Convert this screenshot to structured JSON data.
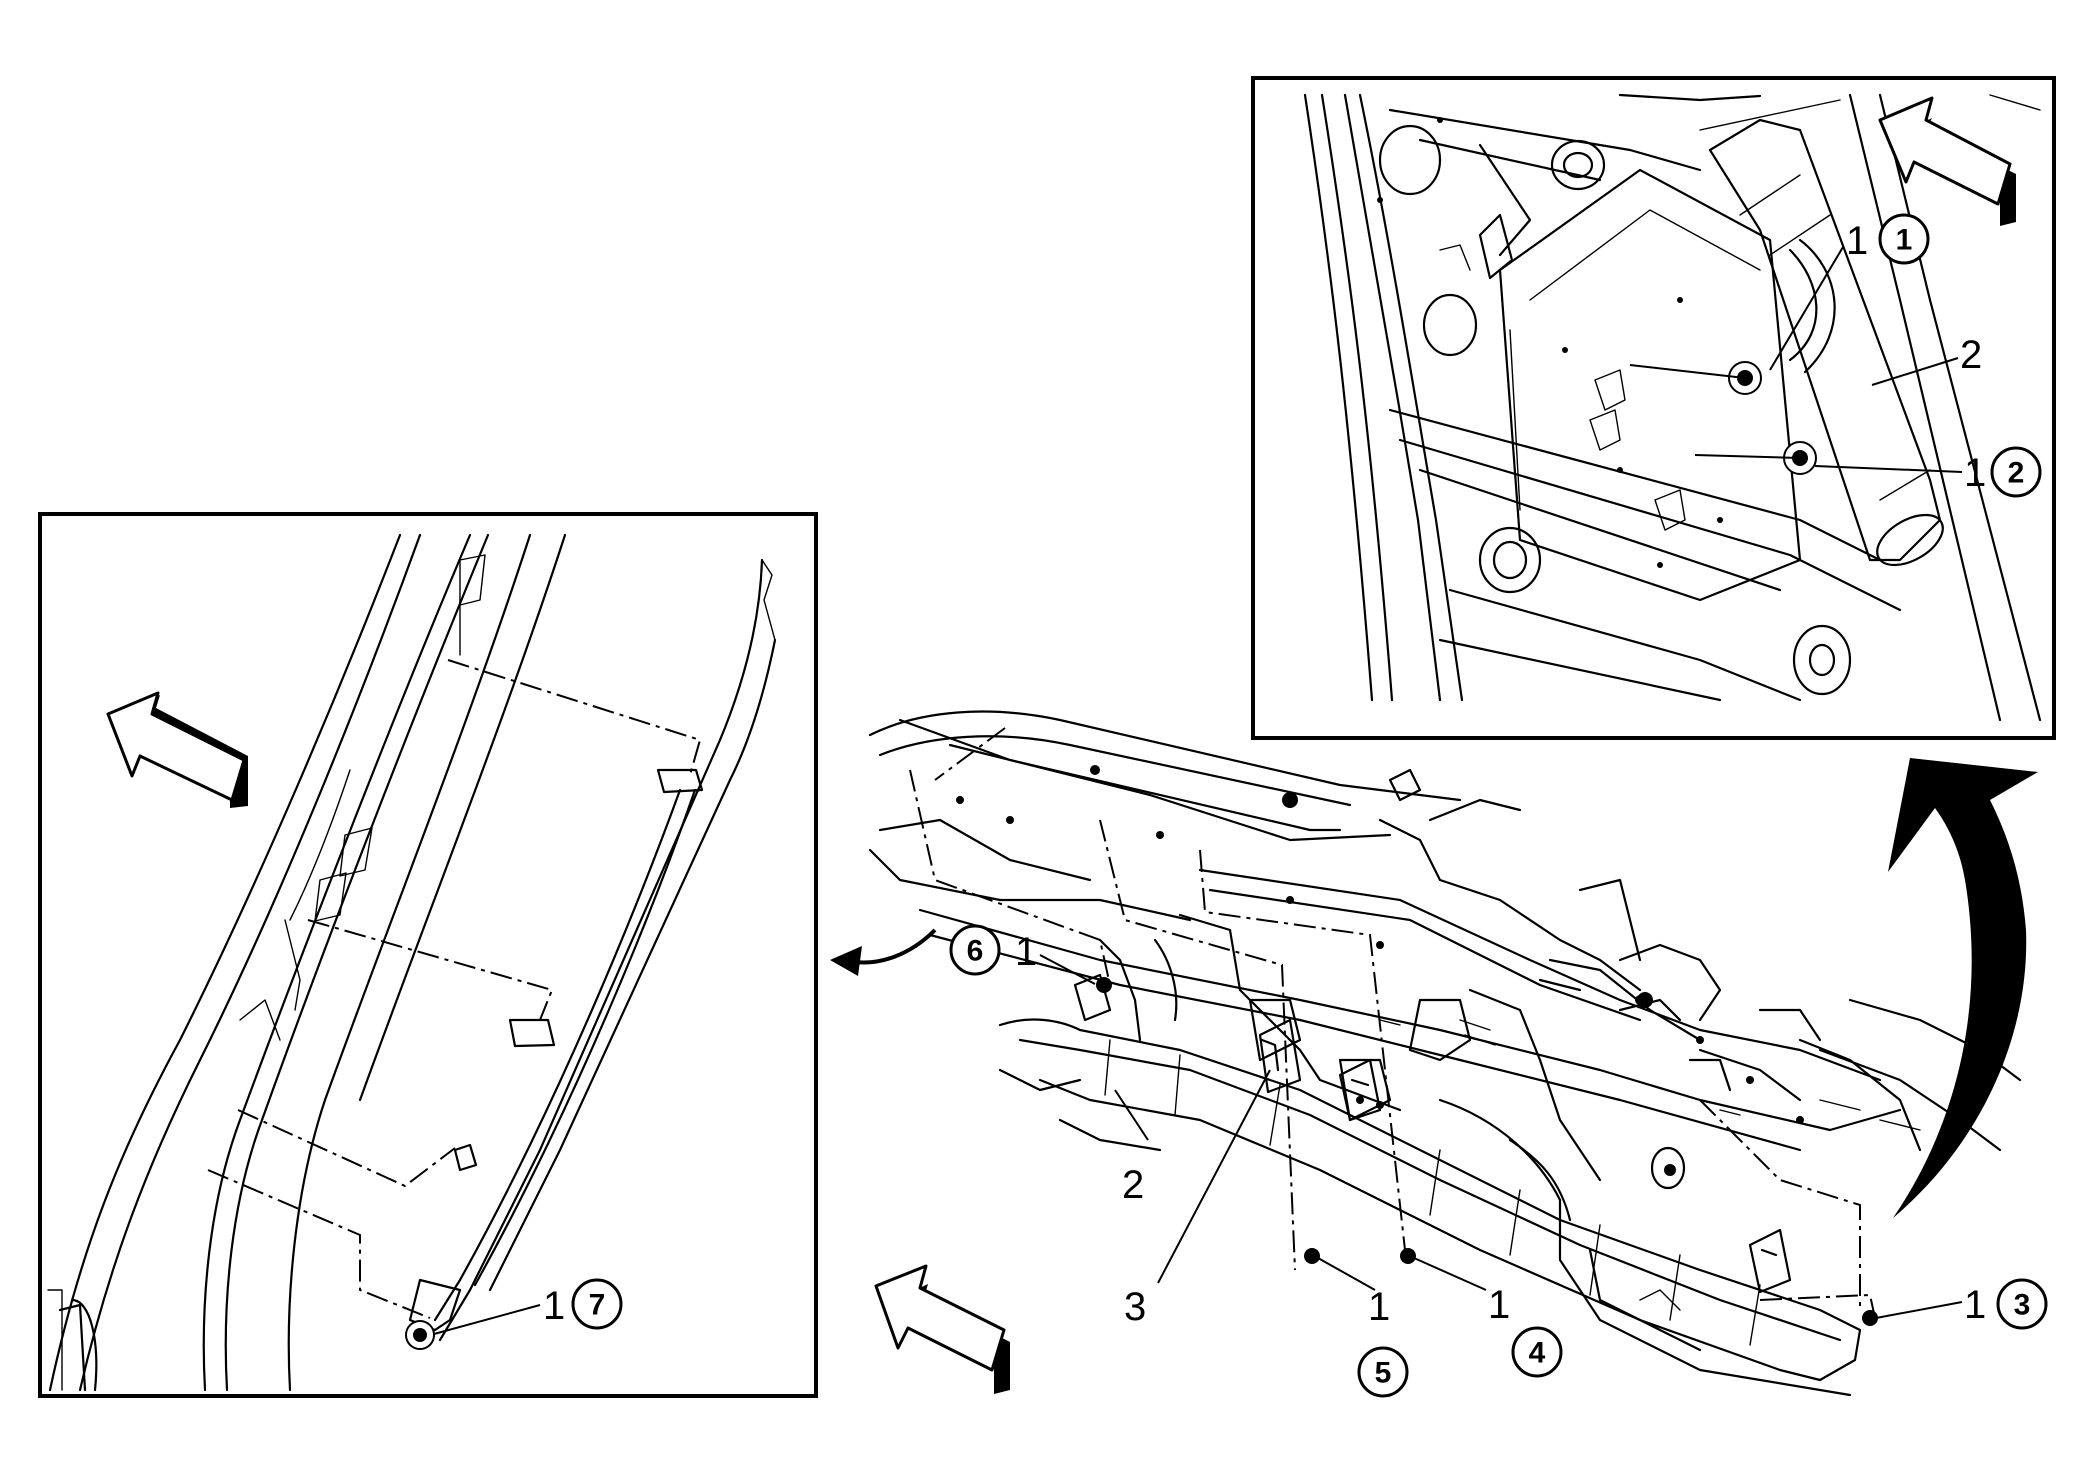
{
  "callouts": {
    "inset_right": {
      "item_1_upper": "1",
      "step_upper": "1",
      "item_2": "2",
      "item_1_lower": "1",
      "step_lower": "2"
    },
    "inset_left": {
      "item_1": "1",
      "step": "7"
    },
    "main": {
      "step_6": "6",
      "item_1_at_6": "1",
      "item_2": "2",
      "item_3": "3",
      "item_1_at_5": "1",
      "step_5": "5",
      "item_1_at_4": "1",
      "step_4": "4",
      "item_1_at_3": "1",
      "step_3": "3"
    }
  },
  "icons": {
    "forward_arrow": "forward-direction-arrow-icon",
    "curved_arrow": "curved-view-arrow-icon"
  },
  "colors": {
    "ink": "#000000",
    "paper": "#ffffff"
  }
}
